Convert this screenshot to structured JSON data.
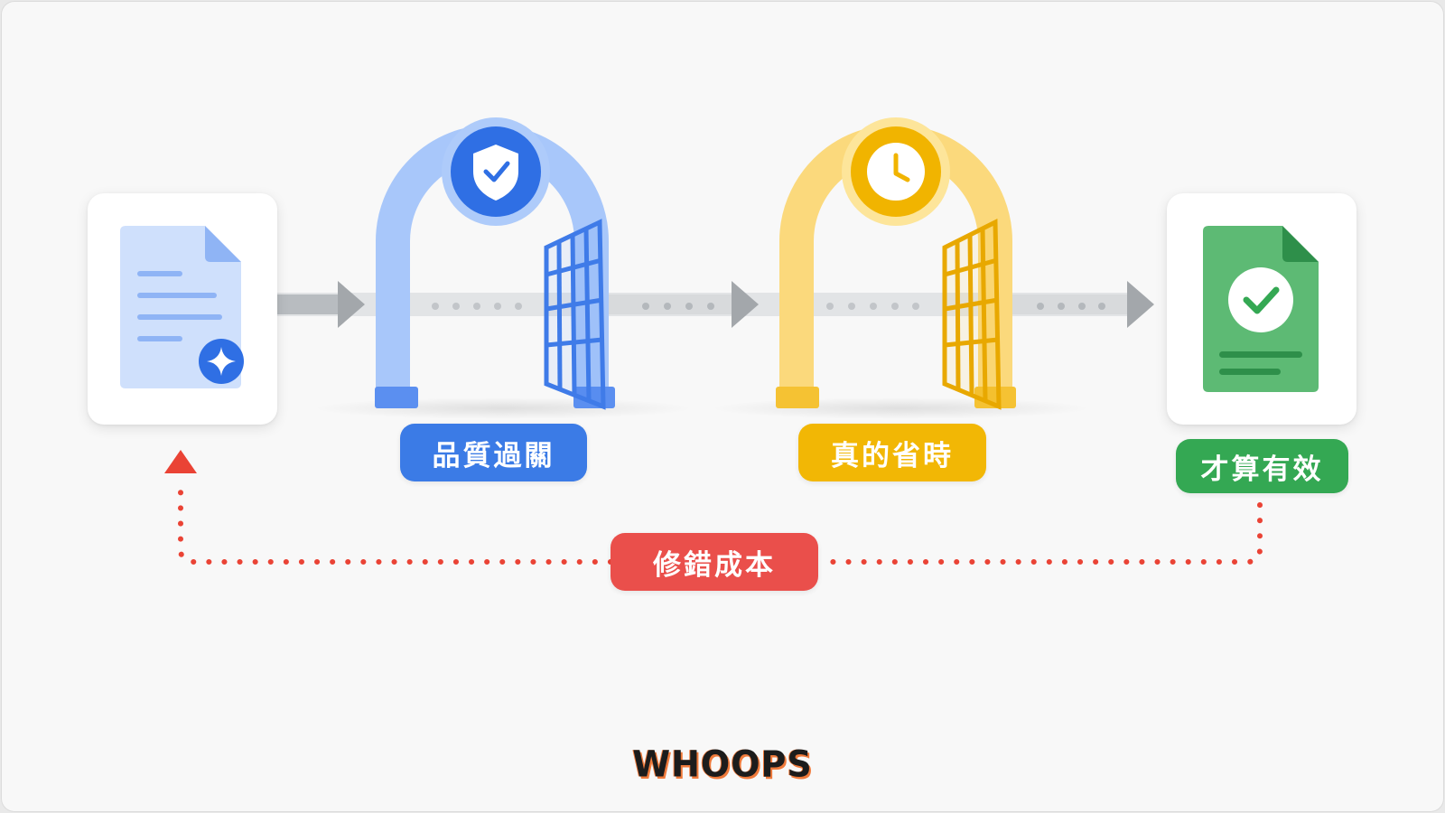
{
  "steps": [
    {
      "label": "品質過關",
      "icon": "shield-check-icon",
      "color": "#4285f4"
    },
    {
      "label": "真的省時",
      "icon": "clock-icon",
      "color": "#f4b400"
    },
    {
      "label": "才算有效",
      "icon": "document-check-icon",
      "color": "#34a853"
    }
  ],
  "feedback": {
    "label": "修錯成本",
    "color": "#ea4335"
  },
  "start": {
    "icon": "document-sparkle-icon"
  },
  "brand": {
    "text": "WHOOPS"
  }
}
